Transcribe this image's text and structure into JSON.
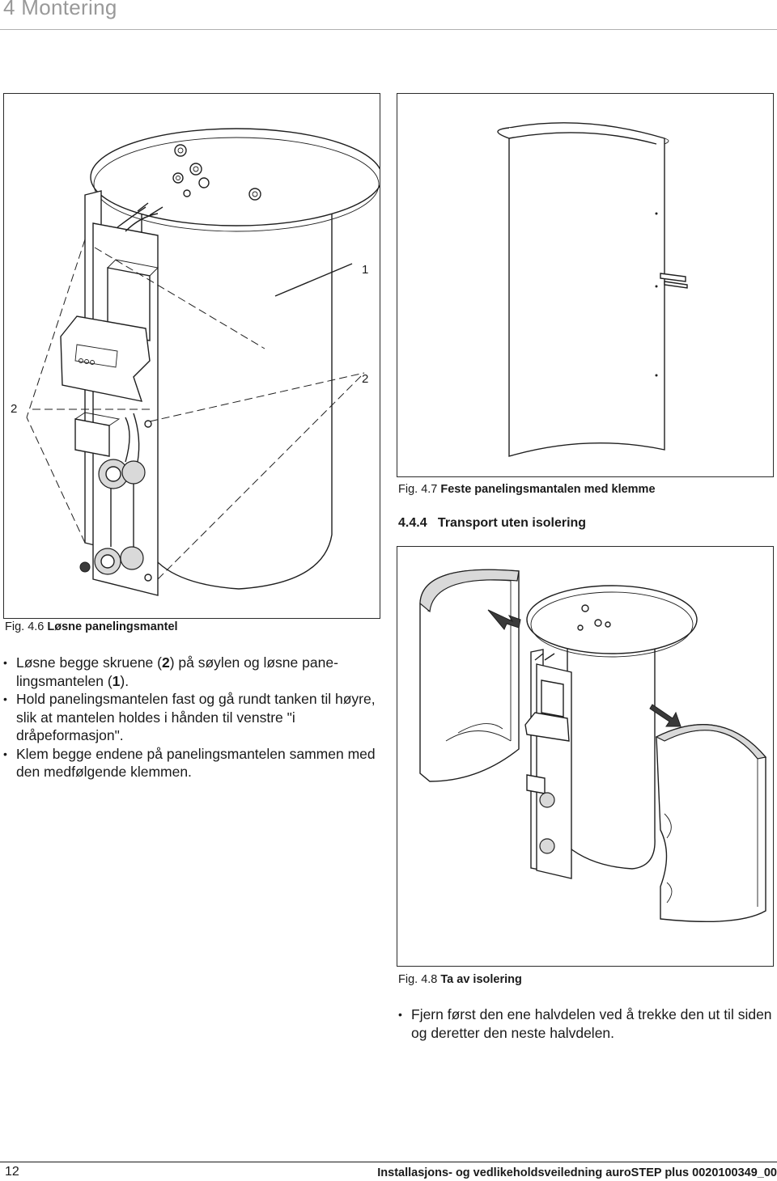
{
  "header": {
    "title": "4 Montering"
  },
  "figure_4_6": {
    "callout_1": "1",
    "callout_2_left": "2",
    "callout_2_right": "2",
    "caption_number": "Fig. 4.6",
    "caption_title": "Løsne panelingsmantel"
  },
  "figure_4_7": {
    "caption_number": "Fig. 4.7",
    "caption_title": "Feste panelingsmantalen med klemme"
  },
  "section_4_4_4": {
    "heading": "4.4.4   Transport uten isolering"
  },
  "figure_4_8": {
    "caption_number": "Fig. 4.8",
    "caption_title": "Ta av isolering"
  },
  "left_instructions": {
    "b1_pre": "Løsne begge skruene (",
    "b1_ref1": "2",
    "b1_mid": ") på søylen og løsne pane­lingsmantelen (",
    "b1_ref2": "1",
    "b1_post": ").",
    "b2": "Hold panelingsmantelen fast og gå rundt tanken til høyre, slik at mantelen holdes i hånden til venstre \"i dråpeformasjon\".",
    "b3": "Klem begge endene på panelingsmantelen sammen med den medfølgende klemmen."
  },
  "right_instructions": {
    "b1": "Fjern først den ene halvdelen ved å trekke den ut til siden og deretter den neste halvdelen."
  },
  "footer": {
    "page_number": "12",
    "doc_title": "Installasjons- og vedlikeholdsveiledning auroSTEP plus 0020100349_00"
  }
}
